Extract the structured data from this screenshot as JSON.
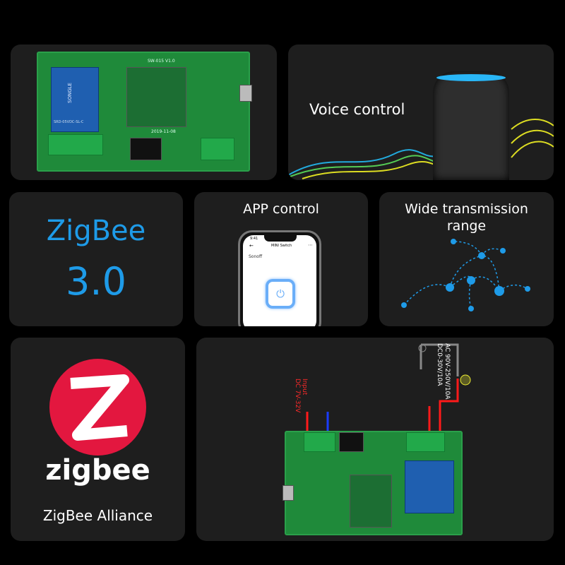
{
  "panels": {
    "voice": {
      "label": "Voice control"
    },
    "zigbee": {
      "line1": "ZigBee",
      "line2": "3.0",
      "color": "#1e9be8"
    },
    "app": {
      "label": "APP control",
      "phone": {
        "time": "9:41",
        "title": "MINI Switch",
        "brand": "Sonoff",
        "button_icon": "power-icon"
      }
    },
    "range": {
      "label_line1": "Wide transmission",
      "label_line2": "range",
      "color": "#1e9be8"
    },
    "alliance": {
      "logo_text": "zigbee",
      "label": "ZigBee Alliance",
      "logo_color": "#e3173f"
    },
    "wiring": {
      "input_label": "Input",
      "input_voltage": "DC 7V-32V",
      "load_ac": "AC 90V-250V/10A",
      "load_dc": "DC0-30V/10A",
      "wire_colors": {
        "positive": "#ff1a1a",
        "negative": "#1a3cff"
      }
    }
  },
  "board": {
    "silkscreen": "SW-015 V1.0",
    "date": "2019-11-08",
    "relay_brand": "SONGLE",
    "relay_model": "SRD-05VDC-SL-C"
  }
}
